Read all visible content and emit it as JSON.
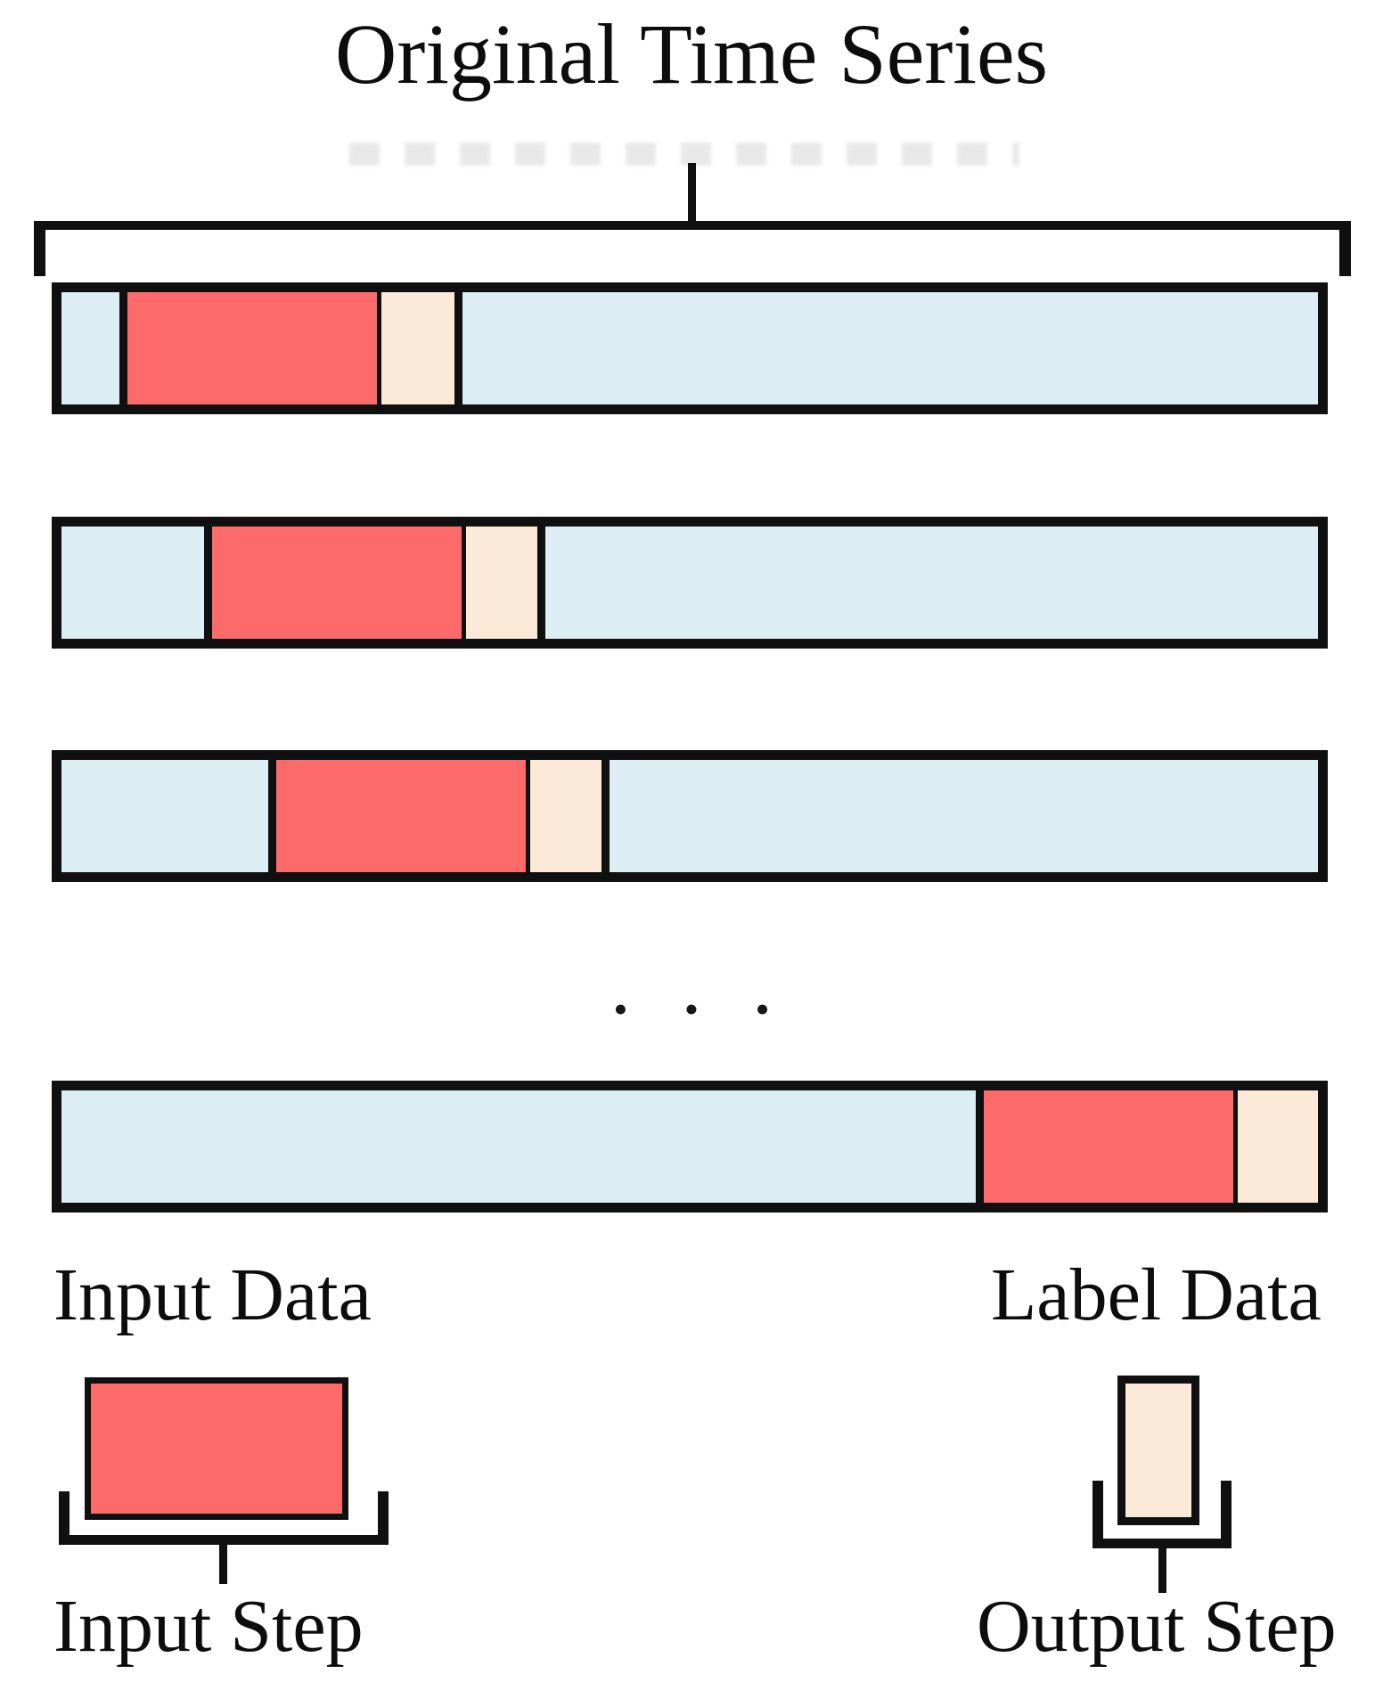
{
  "title": "Original Time Series",
  "ellipsis": "• • •",
  "rows": [
    {
      "name": "window-1",
      "offset": 65,
      "input_width": 280,
      "label_width": 82,
      "label_flush_right": false
    },
    {
      "name": "window-2",
      "offset": 160,
      "input_width": 280,
      "label_width": 80,
      "label_flush_right": false
    },
    {
      "name": "window-3",
      "offset": 232,
      "input_width": 280,
      "label_width": 80,
      "label_flush_right": false
    },
    {
      "name": "window-4",
      "offset": 1026,
      "input_width": 280,
      "label_width": 84,
      "label_flush_right": true
    }
  ],
  "legend": {
    "input": {
      "title": "Input Data",
      "step": "Input Step"
    },
    "output": {
      "title": "Label Data",
      "step": "Output Step"
    }
  },
  "colors": {
    "input_data": "#fc6a6a",
    "label_data": "#fcead9",
    "series_background": "#dcedf4",
    "ink": "#101010"
  }
}
